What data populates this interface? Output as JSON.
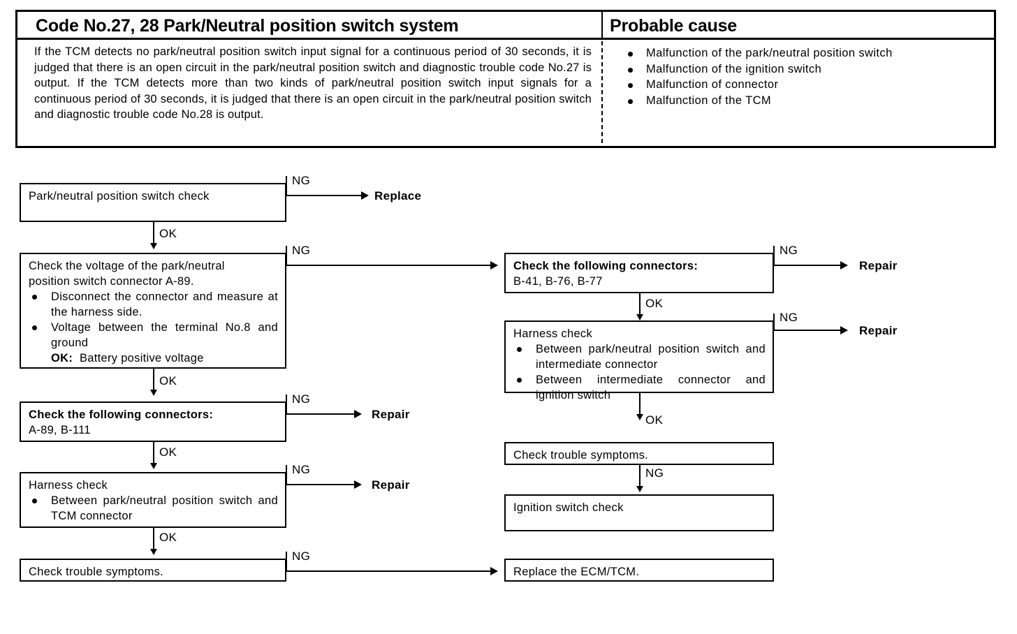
{
  "table": {
    "header_left": "Code No.27, 28 Park/Neutral position switch system",
    "header_right": "Probable cause",
    "description": "If the TCM detects no park/neutral position switch input signal for a continuous period of 30 seconds, it is judged that there is an open circuit in the park/neutral position switch and diagnostic trouble code No.27 is output. If the TCM detects more than two kinds of park/neutral position switch input signals for a continuous period of 30 seconds, it is judged that there is an open circuit in the park/neutral position switch and diagnostic trouble code No.28 is output.",
    "causes": [
      "Malfunction of the park/neutral position switch",
      "Malfunction of the ignition switch",
      "Malfunction of connector",
      "Malfunction of the TCM"
    ]
  },
  "flow": {
    "left": {
      "box1": {
        "title": "Park/neutral position switch check"
      },
      "box2": {
        "title_line1": "Check the voltage of the park/neutral",
        "title_line2": "position switch connector A-89.",
        "bullet1": "Disconnect the connector and measure at the harness side.",
        "bullet2_line1": "Voltage between the terminal No.8 and ground",
        "bullet2_ok_label": "OK:",
        "bullet2_ok_value": "Battery positive voltage"
      },
      "box3": {
        "title": "Check the following connectors:",
        "detail": "A-89, B-111"
      },
      "box4": {
        "title": "Harness check",
        "bullet1": "Between park/neutral position switch and TCM connector"
      },
      "box5": {
        "title": "Check trouble symptoms."
      }
    },
    "right": {
      "box1": {
        "title": "Check the following connectors:",
        "detail": "B-41, B-76, B-77"
      },
      "box2": {
        "title": "Harness check",
        "bullet1": "Between park/neutral position switch and intermediate connector",
        "bullet2": "Between intermediate connector and ignition switch"
      },
      "box3": {
        "title": "Check trouble symptoms."
      },
      "box4": {
        "title": "Ignition switch check"
      },
      "box5": {
        "title": "Replace the ECM/TCM."
      }
    },
    "labels": {
      "ng": "NG",
      "ok": "OK",
      "replace": "Replace",
      "repair": "Repair"
    }
  }
}
